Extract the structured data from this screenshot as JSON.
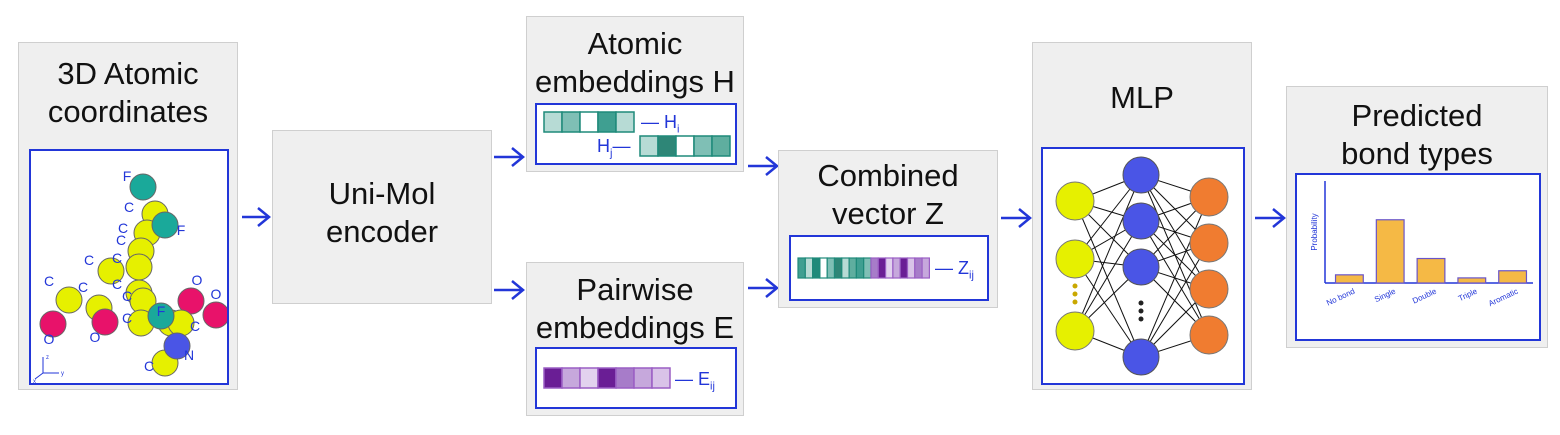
{
  "boxes": {
    "coords": {
      "line1": "3D Atomic",
      "line2": "coordinates"
    },
    "encoder": {
      "line1": "Uni-Mol",
      "line2": "encoder"
    },
    "atomic": {
      "line1": "Atomic",
      "line2": "embeddings H"
    },
    "pairwise": {
      "line1": "Pairwise",
      "line2": "embeddings E"
    },
    "combined": {
      "line1": "Combined",
      "line2": "vector Z"
    },
    "mlp": {
      "line1": "MLP"
    },
    "predicted": {
      "line1": "Predicted",
      "line2": "bond types"
    }
  },
  "vectors": {
    "hi": {
      "prefix": "— H",
      "sub": "i"
    },
    "hj": {
      "prefix": "H",
      "sub": "j",
      "suffix": "—"
    },
    "eij": {
      "prefix": "— E",
      "sub": "ij"
    },
    "zij": {
      "prefix": "— Z",
      "sub": "ij"
    }
  },
  "molecule": {
    "atoms": [
      {
        "el": "F",
        "color": "#1aa99a"
      },
      {
        "el": "C",
        "color": "#e6f000"
      },
      {
        "el": "C",
        "color": "#e6f000"
      },
      {
        "el": "F",
        "color": "#1aa99a"
      },
      {
        "el": "C",
        "color": "#e6f000"
      },
      {
        "el": "C",
        "color": "#e6f000"
      },
      {
        "el": "C",
        "color": "#e6f000"
      },
      {
        "el": "C",
        "color": "#e6f000"
      },
      {
        "el": "O",
        "color": "#e8126a"
      },
      {
        "el": "O",
        "color": "#e8126a"
      },
      {
        "el": "O",
        "color": "#e8126a"
      },
      {
        "el": "O",
        "color": "#e8126a"
      },
      {
        "el": "C",
        "color": "#e6f000"
      },
      {
        "el": "C",
        "color": "#e6f000"
      },
      {
        "el": "C",
        "color": "#e6f000"
      },
      {
        "el": "F",
        "color": "#1aa99a"
      },
      {
        "el": "N",
        "color": "#4a55e6"
      },
      {
        "el": "C",
        "color": "#e6f000"
      },
      {
        "el": "C",
        "color": "#e6f000"
      },
      {
        "el": "C",
        "color": "#e6f000"
      },
      {
        "el": "C",
        "color": "#e6f000"
      }
    ],
    "axes": [
      "z",
      "y",
      "x"
    ]
  },
  "colors": {
    "frame": "#2236d8",
    "atomic": "#1f8a7a",
    "pairwise": "#7b2fa5",
    "input_node": "#e6f000",
    "hidden_node": "#4a55e6",
    "output_node": "#f07c30",
    "bar": "#f5b945"
  },
  "chart_data": {
    "type": "bar",
    "categories": [
      "No bond",
      "Single",
      "Double",
      "Triple",
      "Aromatic"
    ],
    "values": [
      0.08,
      0.62,
      0.24,
      0.05,
      0.12
    ],
    "ylabel": "Probability",
    "xlabel": "",
    "ylim": [
      0,
      1
    ]
  }
}
